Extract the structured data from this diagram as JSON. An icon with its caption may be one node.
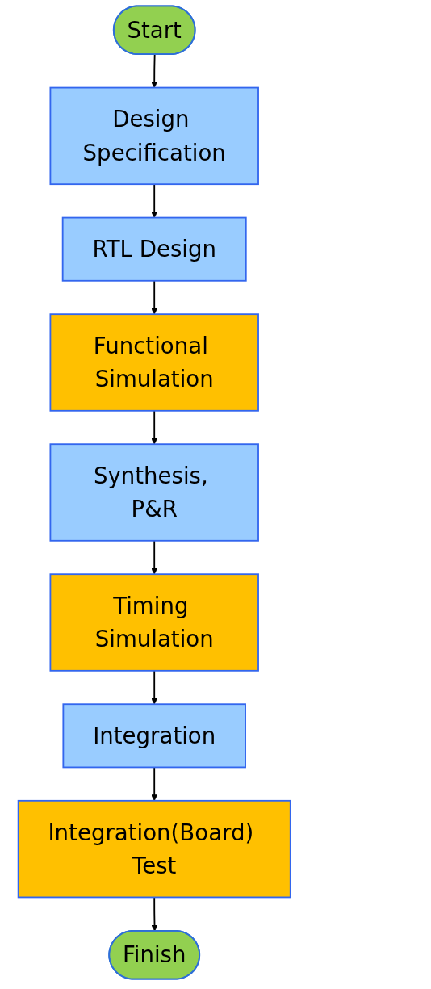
{
  "diagram": {
    "nodes": [
      {
        "text": [
          "Start"
        ]
      },
      {
        "text": [
          "Design Specification"
        ]
      },
      {
        "text": [
          "RTL Design"
        ]
      },
      {
        "text": [
          "Functional Simulation"
        ]
      },
      {
        "text": [
          "Synthesis, P&R"
        ]
      },
      {
        "text": [
          "Timing Simulation"
        ]
      },
      {
        "text": [
          "Integration"
        ]
      },
      {
        "text": [
          "Integration(Board) Test"
        ]
      },
      {
        "text": [
          "Finish"
        ]
      }
    ],
    "edges": [
      {
        "from": 0,
        "to": 1,
        "arrow": "to"
      },
      {
        "from": 1,
        "to": 2,
        "arrow": "to"
      },
      {
        "from": 2,
        "to": 3,
        "arrow": "to"
      },
      {
        "from": 3,
        "to": 4,
        "arrow": "to"
      },
      {
        "from": 4,
        "to": 5,
        "arrow": "to"
      },
      {
        "from": 5,
        "to": 6,
        "arrow": "to"
      },
      {
        "from": 6,
        "to": 7,
        "arrow": "to"
      },
      {
        "from": 7,
        "to": 8,
        "arrow": "to"
      }
    ]
  }
}
